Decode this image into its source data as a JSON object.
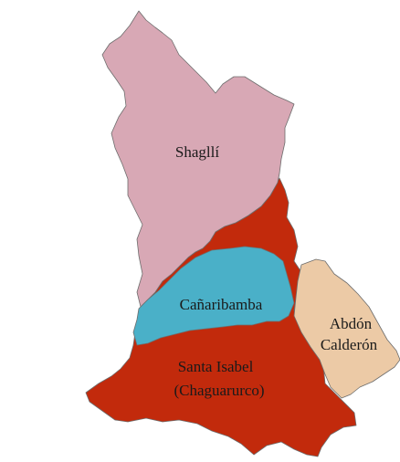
{
  "colors": {
    "shaglli": "#d8a8b5",
    "santa_isabel": "#c22a0c",
    "canaribamba": "#4ab0c8",
    "abdon_calderon": "#eccaa6"
  },
  "regions": {
    "shaglli": {
      "label": "Shagllí"
    },
    "canaribamba": {
      "label": "Cañaribamba"
    },
    "santa_isabel": {
      "label_line1": "Santa Isabel",
      "label_line2": "(Chaguarurco)"
    },
    "abdon_calderon": {
      "label_line1": "Abdón",
      "label_line2": "Calderón"
    }
  }
}
